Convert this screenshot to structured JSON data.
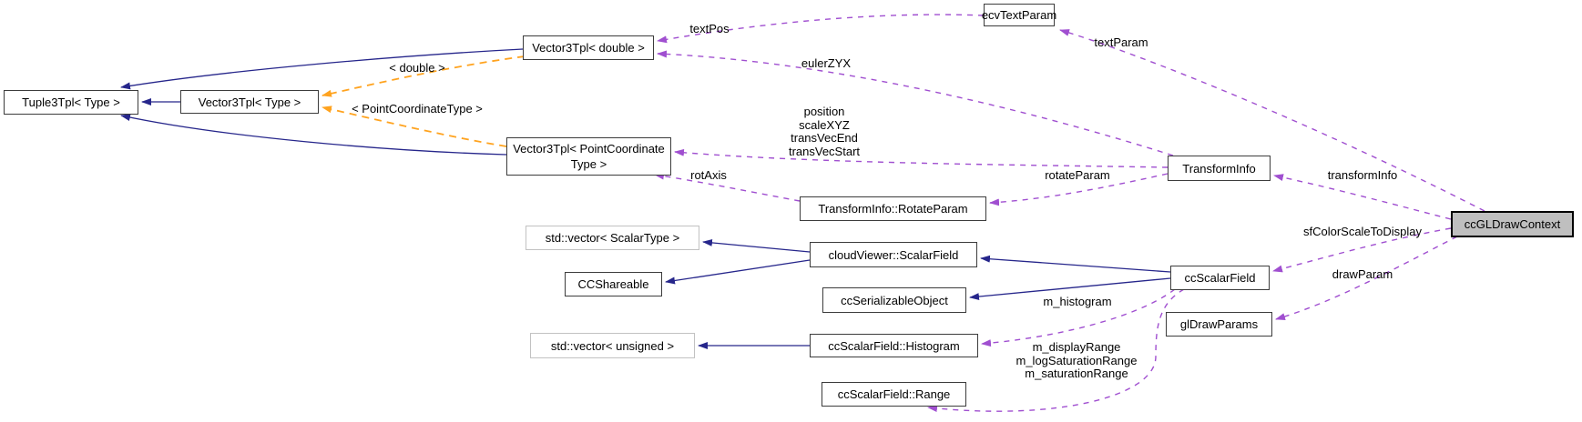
{
  "nodes": {
    "tuple3tpl_type": {
      "label": "Tuple3Tpl< Type >"
    },
    "vector3tpl_type": {
      "label": "Vector3Tpl< Type >"
    },
    "vector3tpl_double": {
      "label": "Vector3Tpl< double >"
    },
    "vector3tpl_pointcoordinatetype": {
      "label": "Vector3Tpl< PointCoordinate\nType >"
    },
    "ecvtextparam": {
      "label": "ecvTextParam"
    },
    "transforminfo": {
      "label": "TransformInfo"
    },
    "transforminfo_rotateparam": {
      "label": "TransformInfo::RotateParam"
    },
    "ccgldrawcontext": {
      "label": "ccGLDrawContext"
    },
    "std_vector_scalartype": {
      "label": "std::vector< ScalarType >"
    },
    "cloudviewer_scalarfield": {
      "label": "cloudViewer::ScalarField"
    },
    "ccshareable": {
      "label": "CCShareable"
    },
    "ccserializableobject": {
      "label": "ccSerializableObject"
    },
    "ccscalarfield": {
      "label": "ccScalarField"
    },
    "gldrawparams": {
      "label": "glDrawParams"
    },
    "std_vector_unsigned": {
      "label": "std::vector< unsigned >"
    },
    "ccscalarfield_histogram": {
      "label": "ccScalarField::Histogram"
    },
    "ccscalarfield_range": {
      "label": "ccScalarField::Range"
    }
  },
  "edge_labels": {
    "textpos": "textPos",
    "eulerzyx": "eulerZYX",
    "transform_members": "position\nscaleXYZ\ntransVecEnd\ntransVecStart",
    "rotaxis": "rotAxis",
    "template_double": "< double >",
    "template_pointcoordinatetype": "< PointCoordinateType >",
    "rotateparam": "rotateParam",
    "textparam": "textParam",
    "transforminfo": "transformInfo",
    "sfcolorscaletodisplay": "sfColorScaleToDisplay",
    "drawparam": "drawParam",
    "m_histogram": "m_histogram",
    "range_members": "m_displayRange\nm_logSaturationRange\nm_saturationRange"
  },
  "colors": {
    "edge_inherit": "#26268b",
    "edge_usage": "#a04fd0",
    "edge_template": "#ffa31f",
    "node_border": "#3c3c3c",
    "node_muted_border": "#c2c2c2",
    "highlight_fill": "#bfbfbf",
    "background": "#ffffff"
  }
}
